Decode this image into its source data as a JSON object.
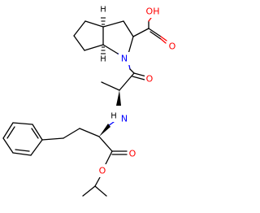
{
  "molecule": {
    "atom_labels": {
      "oh": "OH",
      "o_acid": "O",
      "n_ring": "N",
      "o_amide": "O",
      "nh": "H",
      "n_amine": "N",
      "o_ester_carbonyl": "O",
      "o_ester": "O",
      "h_top": "H",
      "h_bottom": "H"
    },
    "colors": {
      "bond": "#000000",
      "oxygen": "#ff0000",
      "nitrogen": "#0000ff",
      "background": "#ffffff"
    }
  }
}
